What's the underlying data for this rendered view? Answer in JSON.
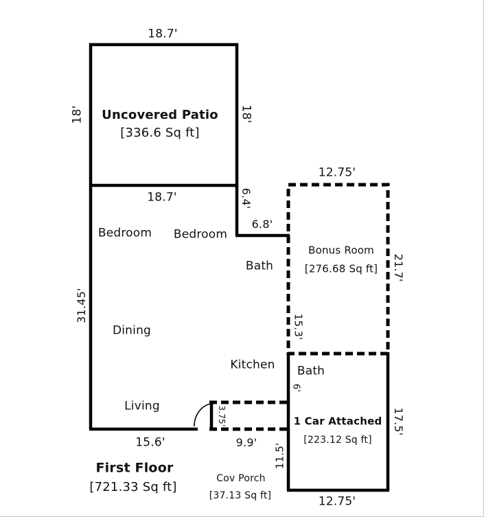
{
  "colors": {
    "background": "#ffffff",
    "walls": "#000000",
    "text": "#111111"
  },
  "rooms": {
    "patio": {
      "name": "Uncovered Patio",
      "area": "[336.6 Sq ft]"
    },
    "bonus": {
      "name": "Bonus Room",
      "area": "[276.68 Sq ft]"
    },
    "garage": {
      "name": "1 Car Attached",
      "area": "[223.12 Sq ft]"
    },
    "porch": {
      "name": "Cov Porch",
      "area": "[37.13 Sq ft]"
    },
    "floor": {
      "name": "First Floor",
      "area": "[721.33 Sq ft]"
    },
    "bedroom_left": "Bedroom",
    "bedroom_right": "Bedroom",
    "bath_main": "Bath",
    "bath_garage": "Bath",
    "dining": "Dining",
    "living": "Living",
    "kitchen": "Kitchen"
  },
  "dims": {
    "patio_top": "18.7'",
    "patio_left": "18'",
    "patio_right": "18'",
    "patio_bottom": "18.7'",
    "wall_64": "6.4'",
    "wall_68": "6.8'",
    "floor_left": "31.45'",
    "floor_bottom": "15.6'",
    "bonus_top": "12.75'",
    "bonus_right": "21.7'",
    "bonus_left": "15.3'",
    "bath_wall": "6'",
    "garage_right": "17.5'",
    "garage_bottom": "12.75'",
    "porch_bottom": "9.9'",
    "porch_left": "11.5'",
    "door": "3.75'"
  }
}
